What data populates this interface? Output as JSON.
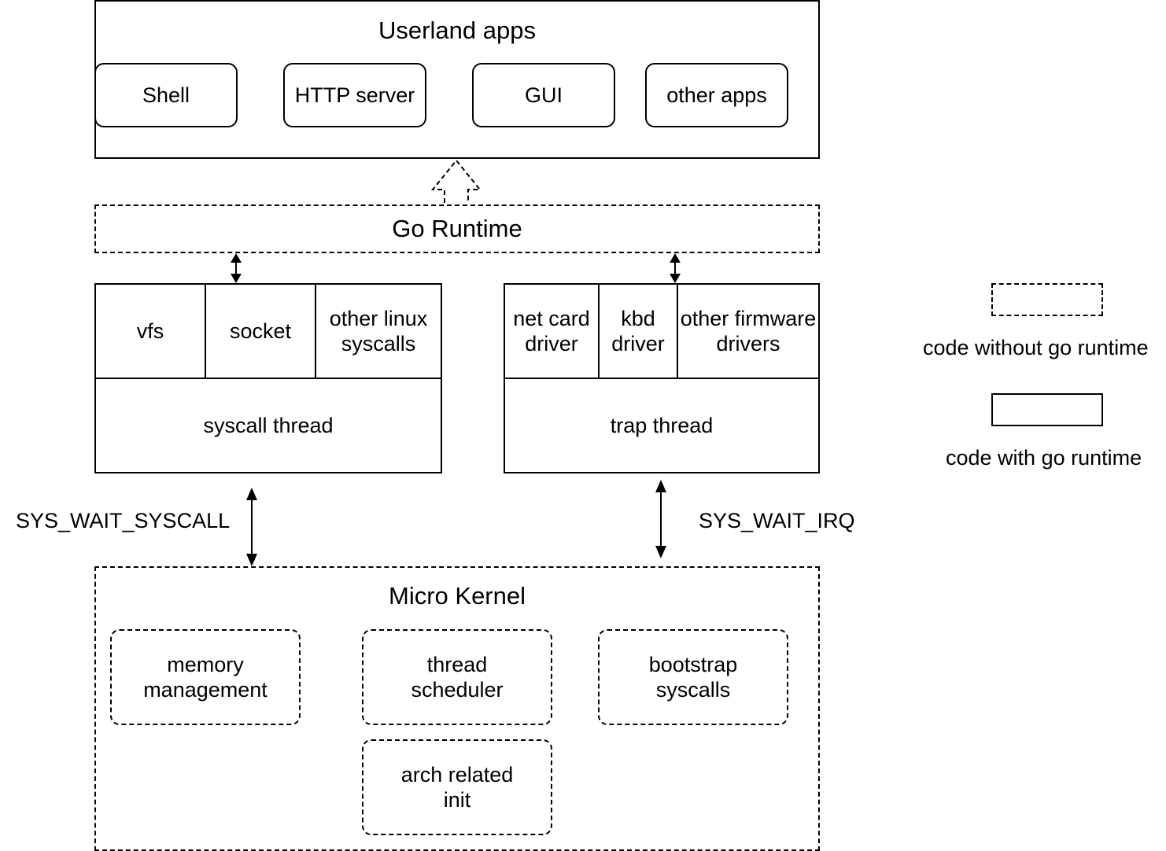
{
  "userland": {
    "title": "Userland apps",
    "apps": [
      "Shell",
      "HTTP server",
      "GUI",
      "other apps"
    ]
  },
  "go_runtime": {
    "title": "Go Runtime"
  },
  "syscall_group": {
    "cells": [
      "vfs",
      "socket",
      "other linux\nsyscalls"
    ],
    "thread": "syscall thread"
  },
  "trap_group": {
    "cells": [
      "net card\ndriver",
      "kbd\ndriver",
      "other firmware\ndrivers"
    ],
    "thread": "trap thread"
  },
  "arrows": {
    "left_label": "SYS_WAIT_SYSCALL",
    "right_label": "SYS_WAIT_IRQ"
  },
  "micro_kernel": {
    "title": "Micro Kernel",
    "modules": [
      "memory\nmanagement",
      "thread\nscheduler",
      "bootstrap\nsyscalls",
      "arch related\ninit"
    ]
  },
  "legend": {
    "dashed_label": "code without go runtime",
    "solid_label": "code with go runtime"
  }
}
